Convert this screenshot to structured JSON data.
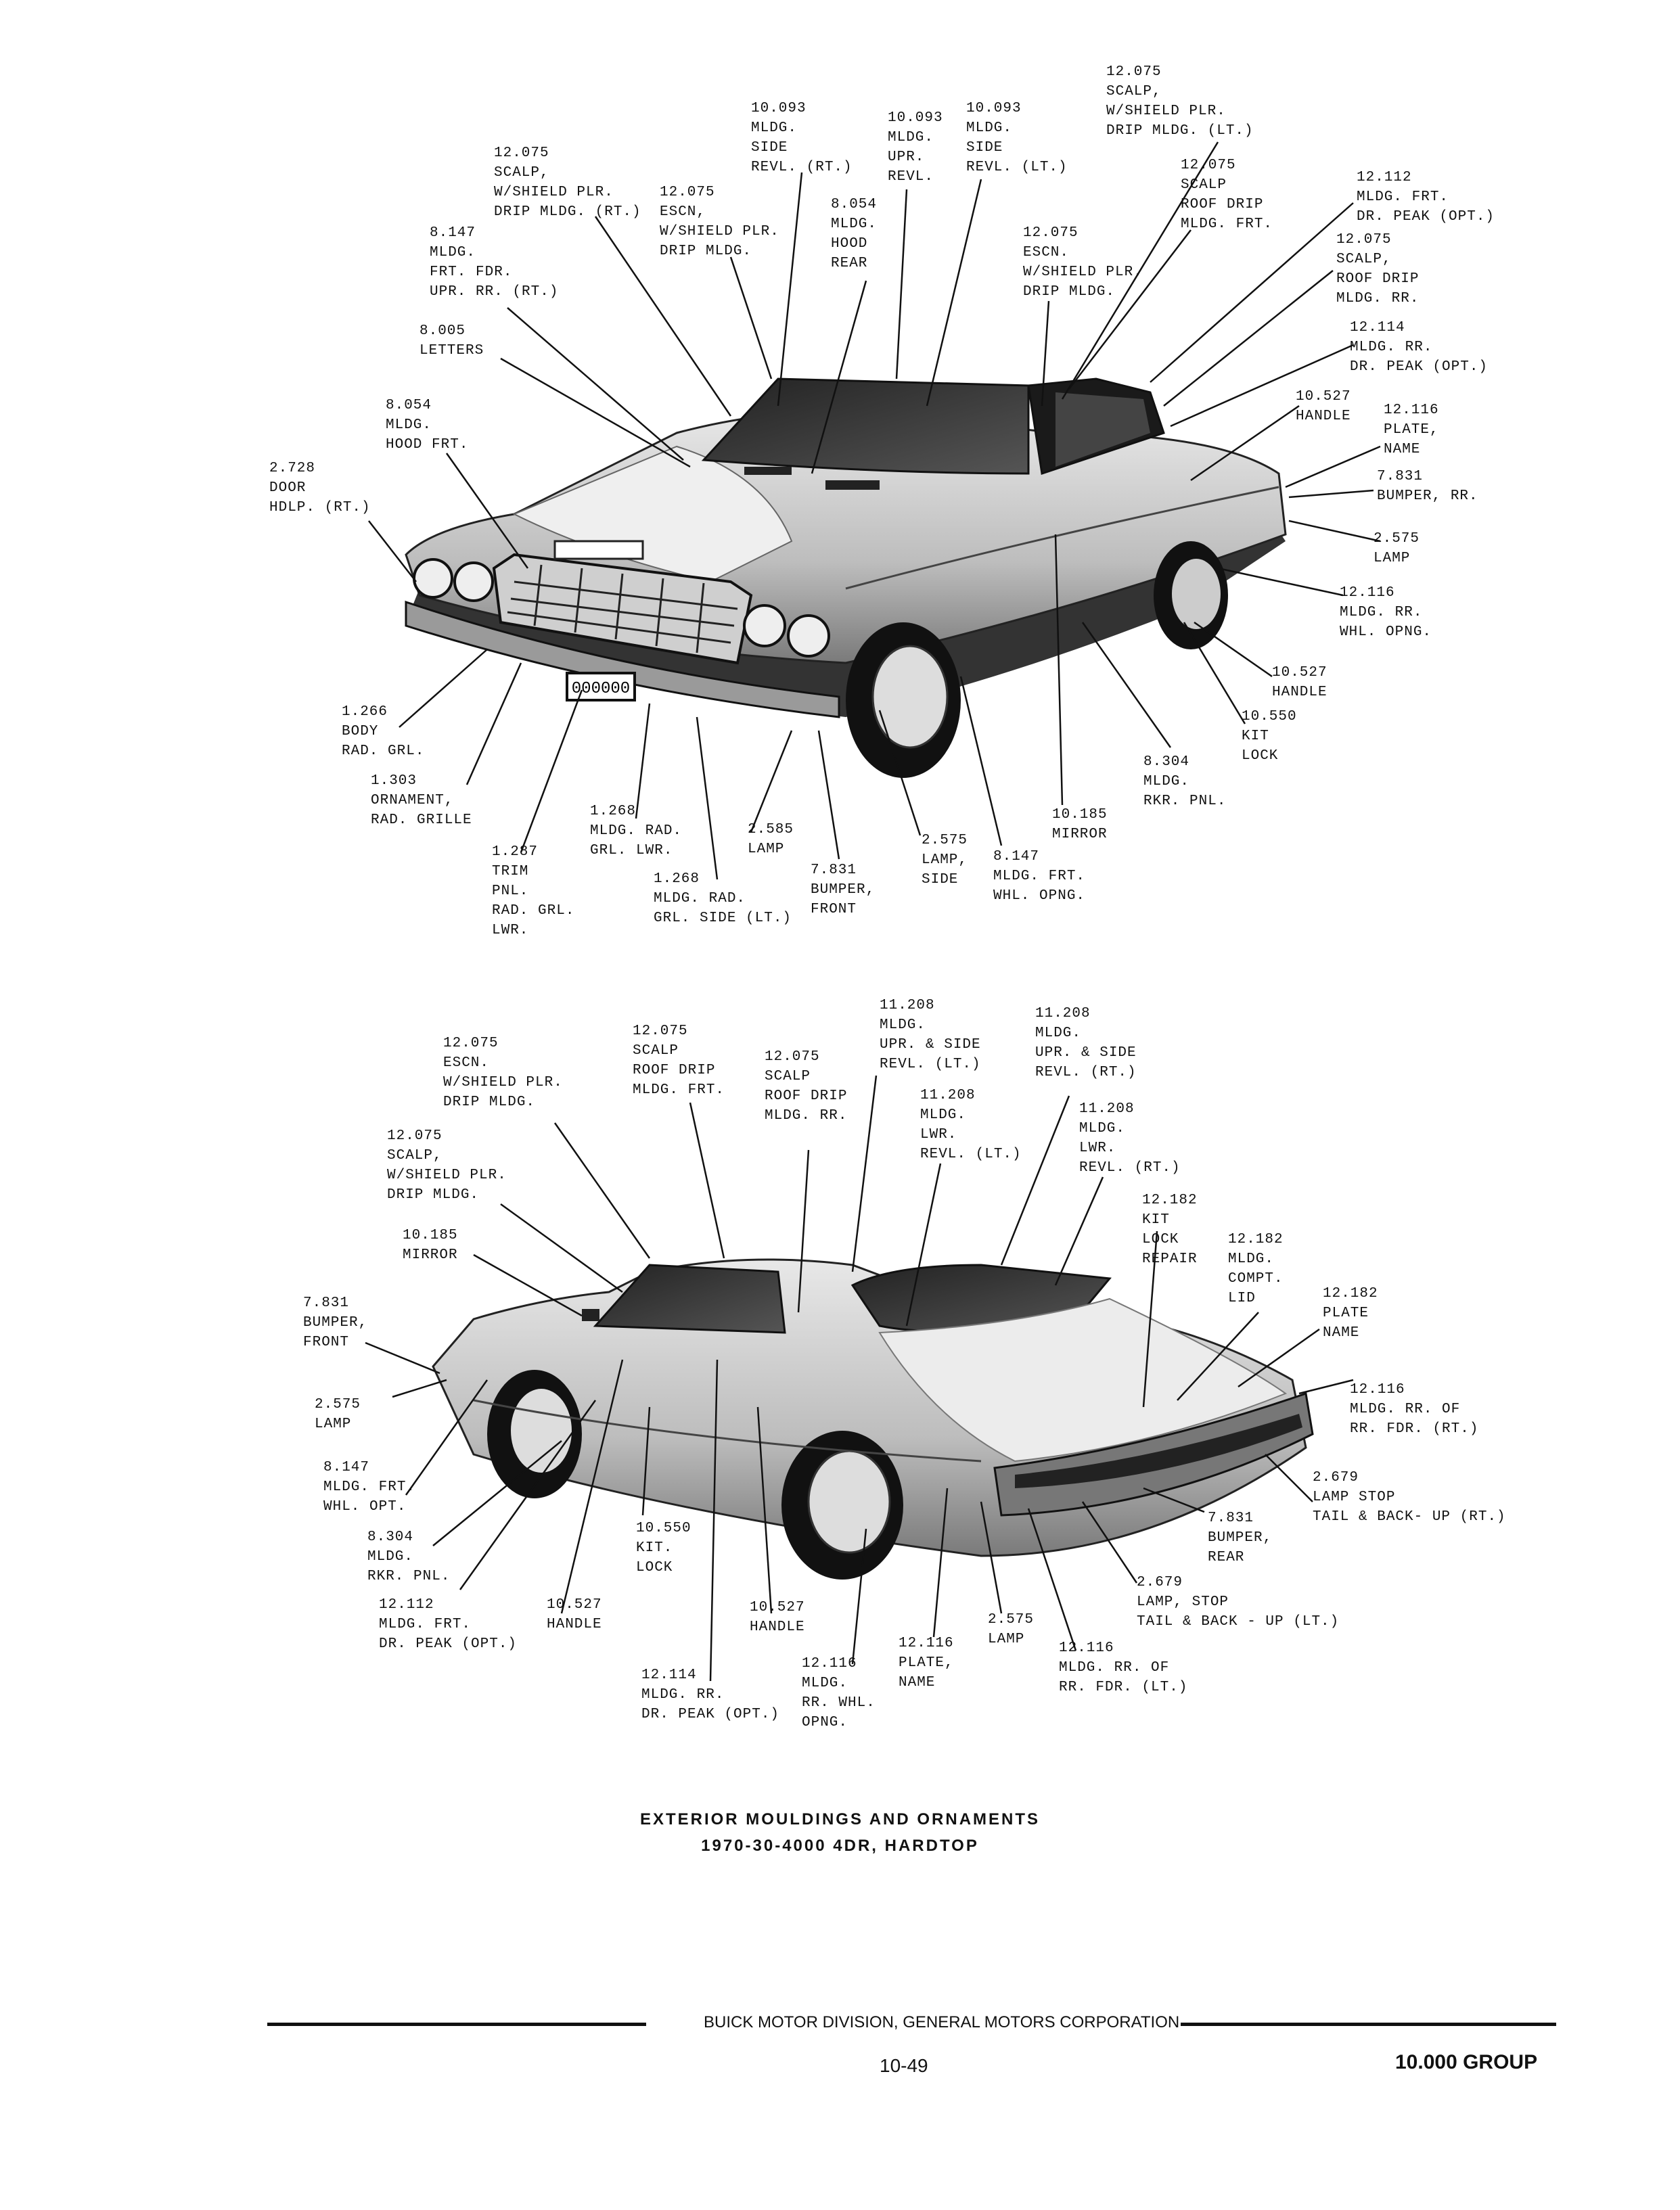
{
  "top_labels": [
    {
      "id": "t1",
      "lines": [
        "12.075",
        "SCALP,",
        "W/SHIELD PLR.",
        "DRIP MLDG. (LT.)"
      ]
    },
    {
      "id": "t2",
      "lines": [
        "10.093",
        "MLDG.",
        "SIDE",
        "REVL. (RT.)"
      ]
    },
    {
      "id": "t3",
      "lines": [
        "10.093",
        "MLDG.",
        "UPR.",
        "REVL."
      ]
    },
    {
      "id": "t4",
      "lines": [
        "10.093",
        "MLDG.",
        "SIDE",
        "REVL. (LT.)"
      ]
    },
    {
      "id": "t5",
      "lines": [
        "12.075",
        "SCALP,",
        "W/SHIELD PLR.",
        "DRIP MLDG. (RT.)"
      ]
    },
    {
      "id": "t6",
      "lines": [
        "12.075",
        "ESCN,",
        "W/SHIELD PLR.",
        "DRIP MLDG."
      ]
    },
    {
      "id": "t7",
      "lines": [
        "8.054",
        "MLDG.",
        "HOOD",
        "REAR"
      ]
    },
    {
      "id": "t8",
      "lines": [
        "12.075",
        "SCALP",
        "ROOF DRIP",
        "MLDG. FRT."
      ]
    },
    {
      "id": "t9",
      "lines": [
        "12.112",
        "MLDG. FRT.",
        "DR. PEAK (OPT.)"
      ]
    },
    {
      "id": "t10",
      "lines": [
        "8.147",
        "MLDG.",
        "FRT. FDR.",
        "UPR. RR. (RT.)"
      ]
    },
    {
      "id": "t11",
      "lines": [
        "12.075",
        "ESCN.",
        "W/SHIELD PLR.",
        "DRIP MLDG."
      ]
    },
    {
      "id": "t12",
      "lines": [
        "12.075",
        "SCALP,",
        "ROOF DRIP",
        "MLDG. RR."
      ]
    },
    {
      "id": "t13",
      "lines": [
        "8.005",
        "LETTERS"
      ]
    },
    {
      "id": "t14",
      "lines": [
        "12.114",
        "MLDG. RR.",
        "DR. PEAK (OPT.)"
      ]
    },
    {
      "id": "t15",
      "lines": [
        "8.054",
        "MLDG.",
        "HOOD FRT."
      ]
    },
    {
      "id": "t16",
      "lines": [
        "10.527",
        "HANDLE"
      ]
    },
    {
      "id": "t17",
      "lines": [
        "12.116",
        "PLATE,",
        "NAME"
      ]
    },
    {
      "id": "t18",
      "lines": [
        "2.728",
        "DOOR",
        "HDLP. (RT.)"
      ]
    },
    {
      "id": "t19",
      "lines": [
        "7.831",
        "BUMPER, RR."
      ]
    },
    {
      "id": "t20",
      "lines": [
        "2.575",
        "LAMP"
      ]
    },
    {
      "id": "t21",
      "lines": [
        "12.116",
        "MLDG. RR.",
        "WHL. OPNG."
      ]
    },
    {
      "id": "t22",
      "lines": [
        "10.527",
        "HANDLE"
      ]
    },
    {
      "id": "t23",
      "lines": [
        "1.266",
        "BODY",
        "RAD. GRL."
      ]
    },
    {
      "id": "t24",
      "lines": [
        "10.550",
        "KIT",
        "LOCK"
      ]
    },
    {
      "id": "t25",
      "lines": [
        "1.303",
        "ORNAMENT,",
        "RAD. GRILLE"
      ]
    },
    {
      "id": "t26",
      "lines": [
        "8.304",
        "MLDG.",
        "RKR. PNL."
      ]
    },
    {
      "id": "t27",
      "lines": [
        "1.268",
        "MLDG. RAD.",
        "GRL. LWR."
      ]
    },
    {
      "id": "t28",
      "lines": [
        "2.585",
        "LAMP"
      ]
    },
    {
      "id": "t29",
      "lines": [
        "10.185",
        "MIRROR"
      ]
    },
    {
      "id": "t30",
      "lines": [
        "1.287",
        "TRIM",
        "PNL.",
        "RAD. GRL.",
        "LWR."
      ]
    },
    {
      "id": "t31",
      "lines": [
        "1.268",
        "MLDG. RAD.",
        "GRL. SIDE (LT.)"
      ]
    },
    {
      "id": "t32",
      "lines": [
        "7.831",
        "BUMPER,",
        "FRONT"
      ]
    },
    {
      "id": "t33",
      "lines": [
        "2.575",
        "LAMP,",
        "SIDE"
      ]
    },
    {
      "id": "t34",
      "lines": [
        "8.147",
        "MLDG. FRT.",
        "WHL. OPNG."
      ]
    }
  ],
  "bottom_labels": [
    {
      "id": "b1",
      "lines": [
        "11.208",
        "MLDG.",
        "UPR. & SIDE",
        "REVL. (LT.)"
      ]
    },
    {
      "id": "b2",
      "lines": [
        "11.208",
        "MLDG.",
        "UPR. & SIDE",
        "REVL. (RT.)"
      ]
    },
    {
      "id": "b3",
      "lines": [
        "12.075",
        "SCALP",
        "ROOF DRIP",
        "MLDG. FRT."
      ]
    },
    {
      "id": "b4",
      "lines": [
        "12.075",
        "ESCN.",
        "W/SHIELD PLR.",
        "DRIP MLDG."
      ]
    },
    {
      "id": "b5",
      "lines": [
        "12.075",
        "SCALP",
        "ROOF DRIP",
        "MLDG. RR."
      ]
    },
    {
      "id": "b6",
      "lines": [
        "11.208",
        "MLDG.",
        "LWR.",
        "REVL. (LT.)"
      ]
    },
    {
      "id": "b7",
      "lines": [
        "11.208",
        "MLDG.",
        "LWR.",
        "REVL. (RT.)"
      ]
    },
    {
      "id": "b8",
      "lines": [
        "12.075",
        "SCALP,",
        "W/SHIELD PLR.",
        "DRIP MLDG."
      ]
    },
    {
      "id": "b9",
      "lines": [
        "12.182",
        "KIT",
        "LOCK",
        "REPAIR"
      ]
    },
    {
      "id": "b10",
      "lines": [
        "10.185",
        "MIRROR"
      ]
    },
    {
      "id": "b11",
      "lines": [
        "12.182",
        "MLDG.",
        "COMPT.",
        "LID"
      ]
    },
    {
      "id": "b12",
      "lines": [
        "7.831",
        "BUMPER,",
        "FRONT"
      ]
    },
    {
      "id": "b13",
      "lines": [
        "12.182",
        "PLATE",
        "NAME"
      ]
    },
    {
      "id": "b14",
      "lines": [
        "2.575",
        "LAMP"
      ]
    },
    {
      "id": "b15",
      "lines": [
        "12.116",
        "MLDG. RR. OF",
        "RR. FDR. (RT.)"
      ]
    },
    {
      "id": "b16",
      "lines": [
        "8.147",
        "MLDG. FRT.",
        "WHL. OPT."
      ]
    },
    {
      "id": "b17",
      "lines": [
        "2.679",
        "LAMP STOP",
        "TAIL & BACK- UP (RT.)"
      ]
    },
    {
      "id": "b18",
      "lines": [
        "8.304",
        "MLDG.",
        "RKR. PNL."
      ]
    },
    {
      "id": "b19",
      "lines": [
        "10.550",
        "KIT.",
        "LOCK"
      ]
    },
    {
      "id": "b20",
      "lines": [
        "7.831",
        "BUMPER,",
        "REAR"
      ]
    },
    {
      "id": "b21",
      "lines": [
        "12.112",
        "MLDG. FRT.",
        "DR. PEAK (OPT.)"
      ]
    },
    {
      "id": "b22",
      "lines": [
        "10.527",
        "HANDLE"
      ]
    },
    {
      "id": "b23",
      "lines": [
        "10.527",
        "HANDLE"
      ]
    },
    {
      "id": "b24",
      "lines": [
        "2.679",
        "LAMP, STOP",
        "TAIL & BACK - UP (LT.)"
      ]
    },
    {
      "id": "b25",
      "lines": [
        "2.575",
        "LAMP"
      ]
    },
    {
      "id": "b26",
      "lines": [
        "12.116",
        "PLATE,",
        "NAME"
      ]
    },
    {
      "id": "b27",
      "lines": [
        "12.116",
        "MLDG. RR. OF",
        "RR. FDR. (LT.)"
      ]
    },
    {
      "id": "b28",
      "lines": [
        "12.114",
        "MLDG. RR.",
        "DR. PEAK (OPT.)"
      ]
    },
    {
      "id": "b29",
      "lines": [
        "12.116",
        "MLDG.",
        "RR. WHL.",
        "OPNG."
      ]
    }
  ],
  "caption": {
    "line1": "EXTERIOR MOULDINGS AND ORNAMENTS",
    "line2": "1970-30-4000 4DR, HARDTOP"
  },
  "footer": {
    "division": "BUICK MOTOR DIVISION, GENERAL MOTORS CORPORATION",
    "page": "10-49",
    "group": "10.000 GROUP"
  },
  "plate_text": "000000"
}
